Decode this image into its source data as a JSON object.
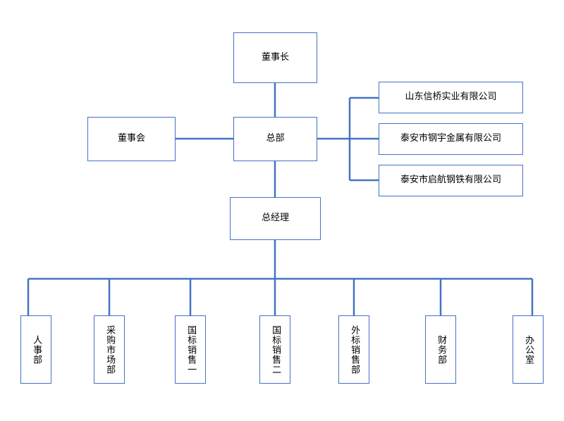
{
  "diagram": {
    "type": "org-chart",
    "line_color": "#4472c4",
    "box_border_color": "#4472c4",
    "background": "#ffffff",
    "nodes": {
      "chairman": {
        "label": "董事长"
      },
      "board": {
        "label": "董事会"
      },
      "headquarters": {
        "label": "总部"
      },
      "general_manager": {
        "label": "总经理"
      },
      "subsidiaries": [
        {
          "label": "山东信桥实业有限公司"
        },
        {
          "label": "泰安市钢宇金属有限公司"
        },
        {
          "label": "泰安市启航钢铁有限公司"
        }
      ],
      "departments": [
        {
          "label": "人事部"
        },
        {
          "label": "采购市场部"
        },
        {
          "label": "国标销售一"
        },
        {
          "label": "国标销售二"
        },
        {
          "label": "外标销售部"
        },
        {
          "label": "财务部"
        },
        {
          "label": "办公室"
        }
      ]
    }
  }
}
